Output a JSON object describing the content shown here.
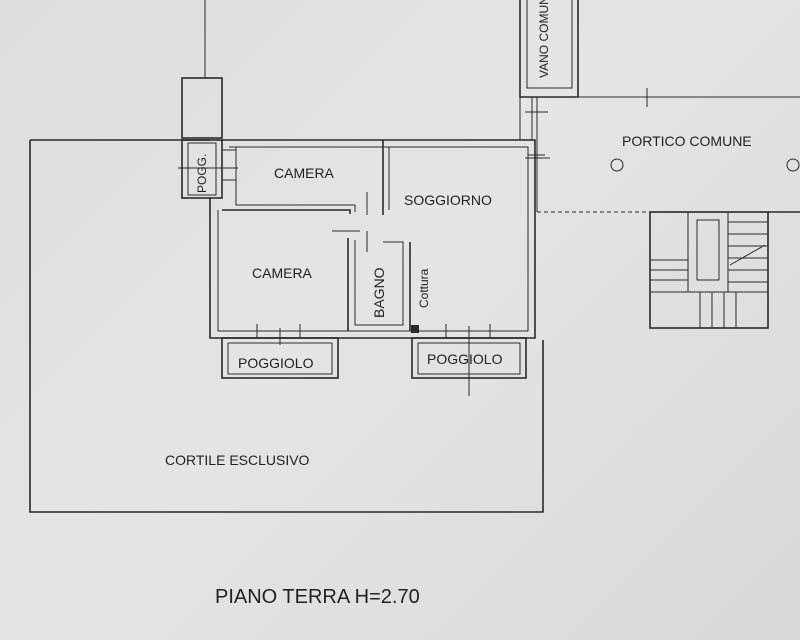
{
  "labels": {
    "vano_comune": "VANO COMUNE",
    "portico_comune": "PORTICO COMUNE",
    "pogg_short": "POGG.",
    "camera_top": "CAMERA",
    "soggiorno": "SOGGIORNO",
    "camera_bottom": "CAMERA",
    "bagno": "BAGNO",
    "cottura": "Cottura",
    "poggiolo_left": "POGGIOLO",
    "poggiolo_right": "POGGIOLO",
    "cortile": "CORTILE ESCLUSIVO",
    "floor_title": "PIANO TERRA H=2.70"
  },
  "colors": {
    "paper": "#e0e1e2",
    "ink": "#2a2a2a"
  }
}
